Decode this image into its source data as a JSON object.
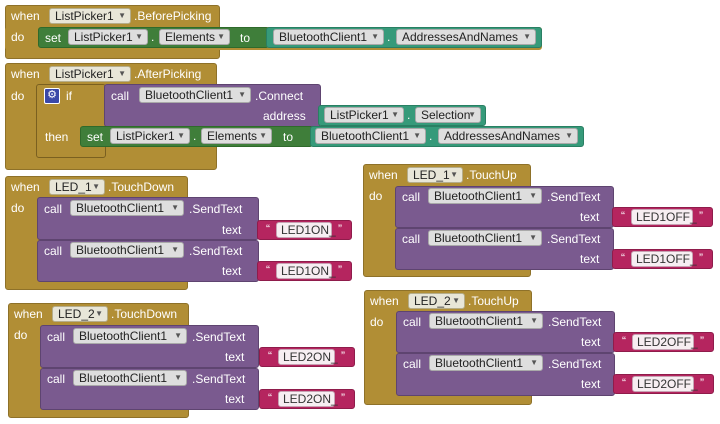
{
  "kw": {
    "when": "when",
    "do": "do",
    "set": "set",
    "to": "to",
    "call": "call",
    "if": "if",
    "then": "then",
    "dot": "."
  },
  "colors": {
    "event": "#b18e35",
    "component_call": "#7a5a8f",
    "setter": "#3f7e3a",
    "getter": "#369a7a",
    "text": "#b5255f",
    "control": "#b18e35"
  },
  "blocks": {
    "before": {
      "component": "ListPicker1",
      "event": ".BeforePicking",
      "set_component": "ListPicker1",
      "set_prop": "Elements",
      "get_component": "BluetoothClient1",
      "get_prop": "AddressesAndNames"
    },
    "after": {
      "component": "ListPicker1",
      "event": ".AfterPicking",
      "call_component": "BluetoothClient1",
      "call_method": ".Connect",
      "param": "address",
      "sel_component": "ListPicker1",
      "sel_prop": "Selection",
      "set_component": "ListPicker1",
      "set_prop": "Elements",
      "get_component": "BluetoothClient1",
      "get_prop": "AddressesAndNames"
    },
    "led1down": {
      "component": "LED_1",
      "event": ".TouchDown",
      "client": "BluetoothClient1",
      "method": ".SendText",
      "param": "text",
      "value1": "LED1ON_",
      "value2": "LED1ON_"
    },
    "led1up": {
      "component": "LED_1",
      "event": ".TouchUp",
      "client": "BluetoothClient1",
      "method": ".SendText",
      "param": "text",
      "value1": "LED1OFF_",
      "value2": "LED1OFF_"
    },
    "led2down": {
      "component": "LED_2",
      "event": ".TouchDown",
      "client": "BluetoothClient1",
      "method": ".SendText",
      "param": "text",
      "value1": "LED2ON_",
      "value2": "LED2ON_"
    },
    "led2up": {
      "component": "LED_2",
      "event": ".TouchUp",
      "client": "BluetoothClient1",
      "method": ".SendText",
      "param": "text",
      "value1": "LED2OFF_",
      "value2": "LED2OFF_"
    }
  }
}
